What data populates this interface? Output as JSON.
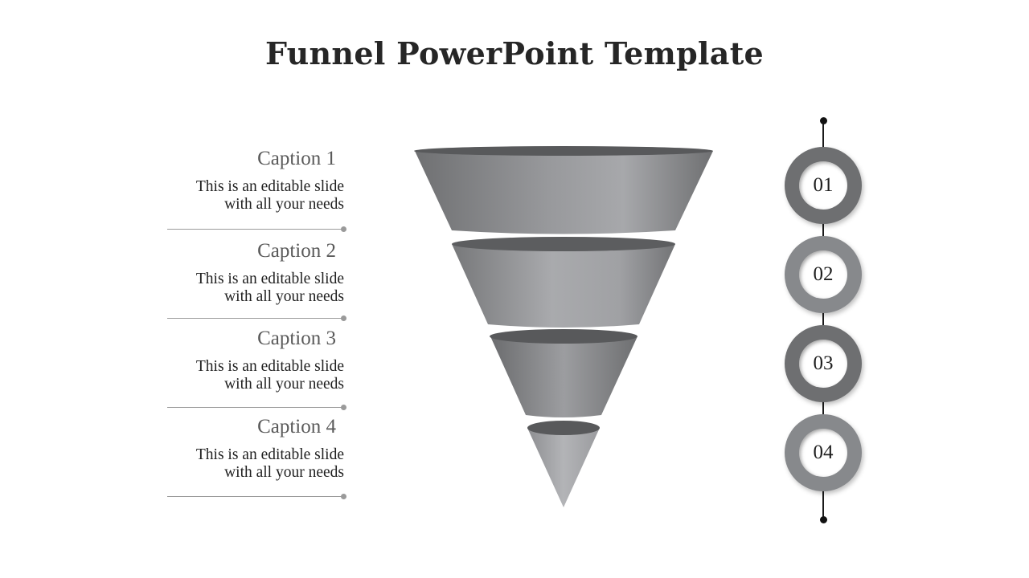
{
  "title": "Funnel PowerPoint Template",
  "captions": [
    {
      "title": "Caption 1",
      "line1": "This is an editable slide",
      "line2": "with all your needs"
    },
    {
      "title": "Caption 2",
      "line1": "This is an editable slide",
      "line2": "with all your needs"
    },
    {
      "title": "Caption 3",
      "line1": "This is an editable slide",
      "line2": "with all your needs"
    },
    {
      "title": "Caption 4",
      "line1": "This is an editable slide",
      "line2": "with all your needs"
    }
  ],
  "steps": [
    {
      "label": "01",
      "color": "#6e6f71"
    },
    {
      "label": "02",
      "color": "#87898c"
    },
    {
      "label": "03",
      "color": "#6e6f71"
    },
    {
      "label": "04",
      "color": "#87898c"
    }
  ],
  "colors": {
    "funnel_light": "#a8aaad",
    "funnel_dark": "#6b6c6e",
    "funnel_top": "#58595b",
    "line": "#9a9a9a"
  }
}
